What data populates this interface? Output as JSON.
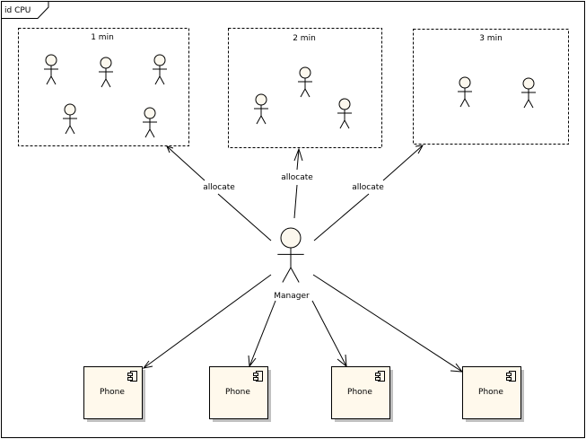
{
  "frame": {
    "label": "id CPU"
  },
  "colors": {
    "actor_fill": "#FCF8EE",
    "component_fill": "#FFF9EC",
    "shadow": "#C0C0C0",
    "line": "#000000"
  },
  "groups": [
    {
      "id": "g1",
      "label": "1 min",
      "actor_count": 5
    },
    {
      "id": "g2",
      "label": "2 min",
      "actor_count": 3
    },
    {
      "id": "g3",
      "label": "3 min",
      "actor_count": 2
    }
  ],
  "manager": {
    "label": "Manager"
  },
  "allocations": [
    {
      "target": "g1",
      "label": "allocate"
    },
    {
      "target": "g2",
      "label": "allocate"
    },
    {
      "target": "g3",
      "label": "allocate"
    }
  ],
  "components": [
    {
      "label": "Phone",
      "icon": "component-icon"
    },
    {
      "label": "Phone",
      "icon": "component-icon"
    },
    {
      "label": "Phone",
      "icon": "component-icon"
    },
    {
      "label": "Phone",
      "icon": "component-icon"
    }
  ]
}
